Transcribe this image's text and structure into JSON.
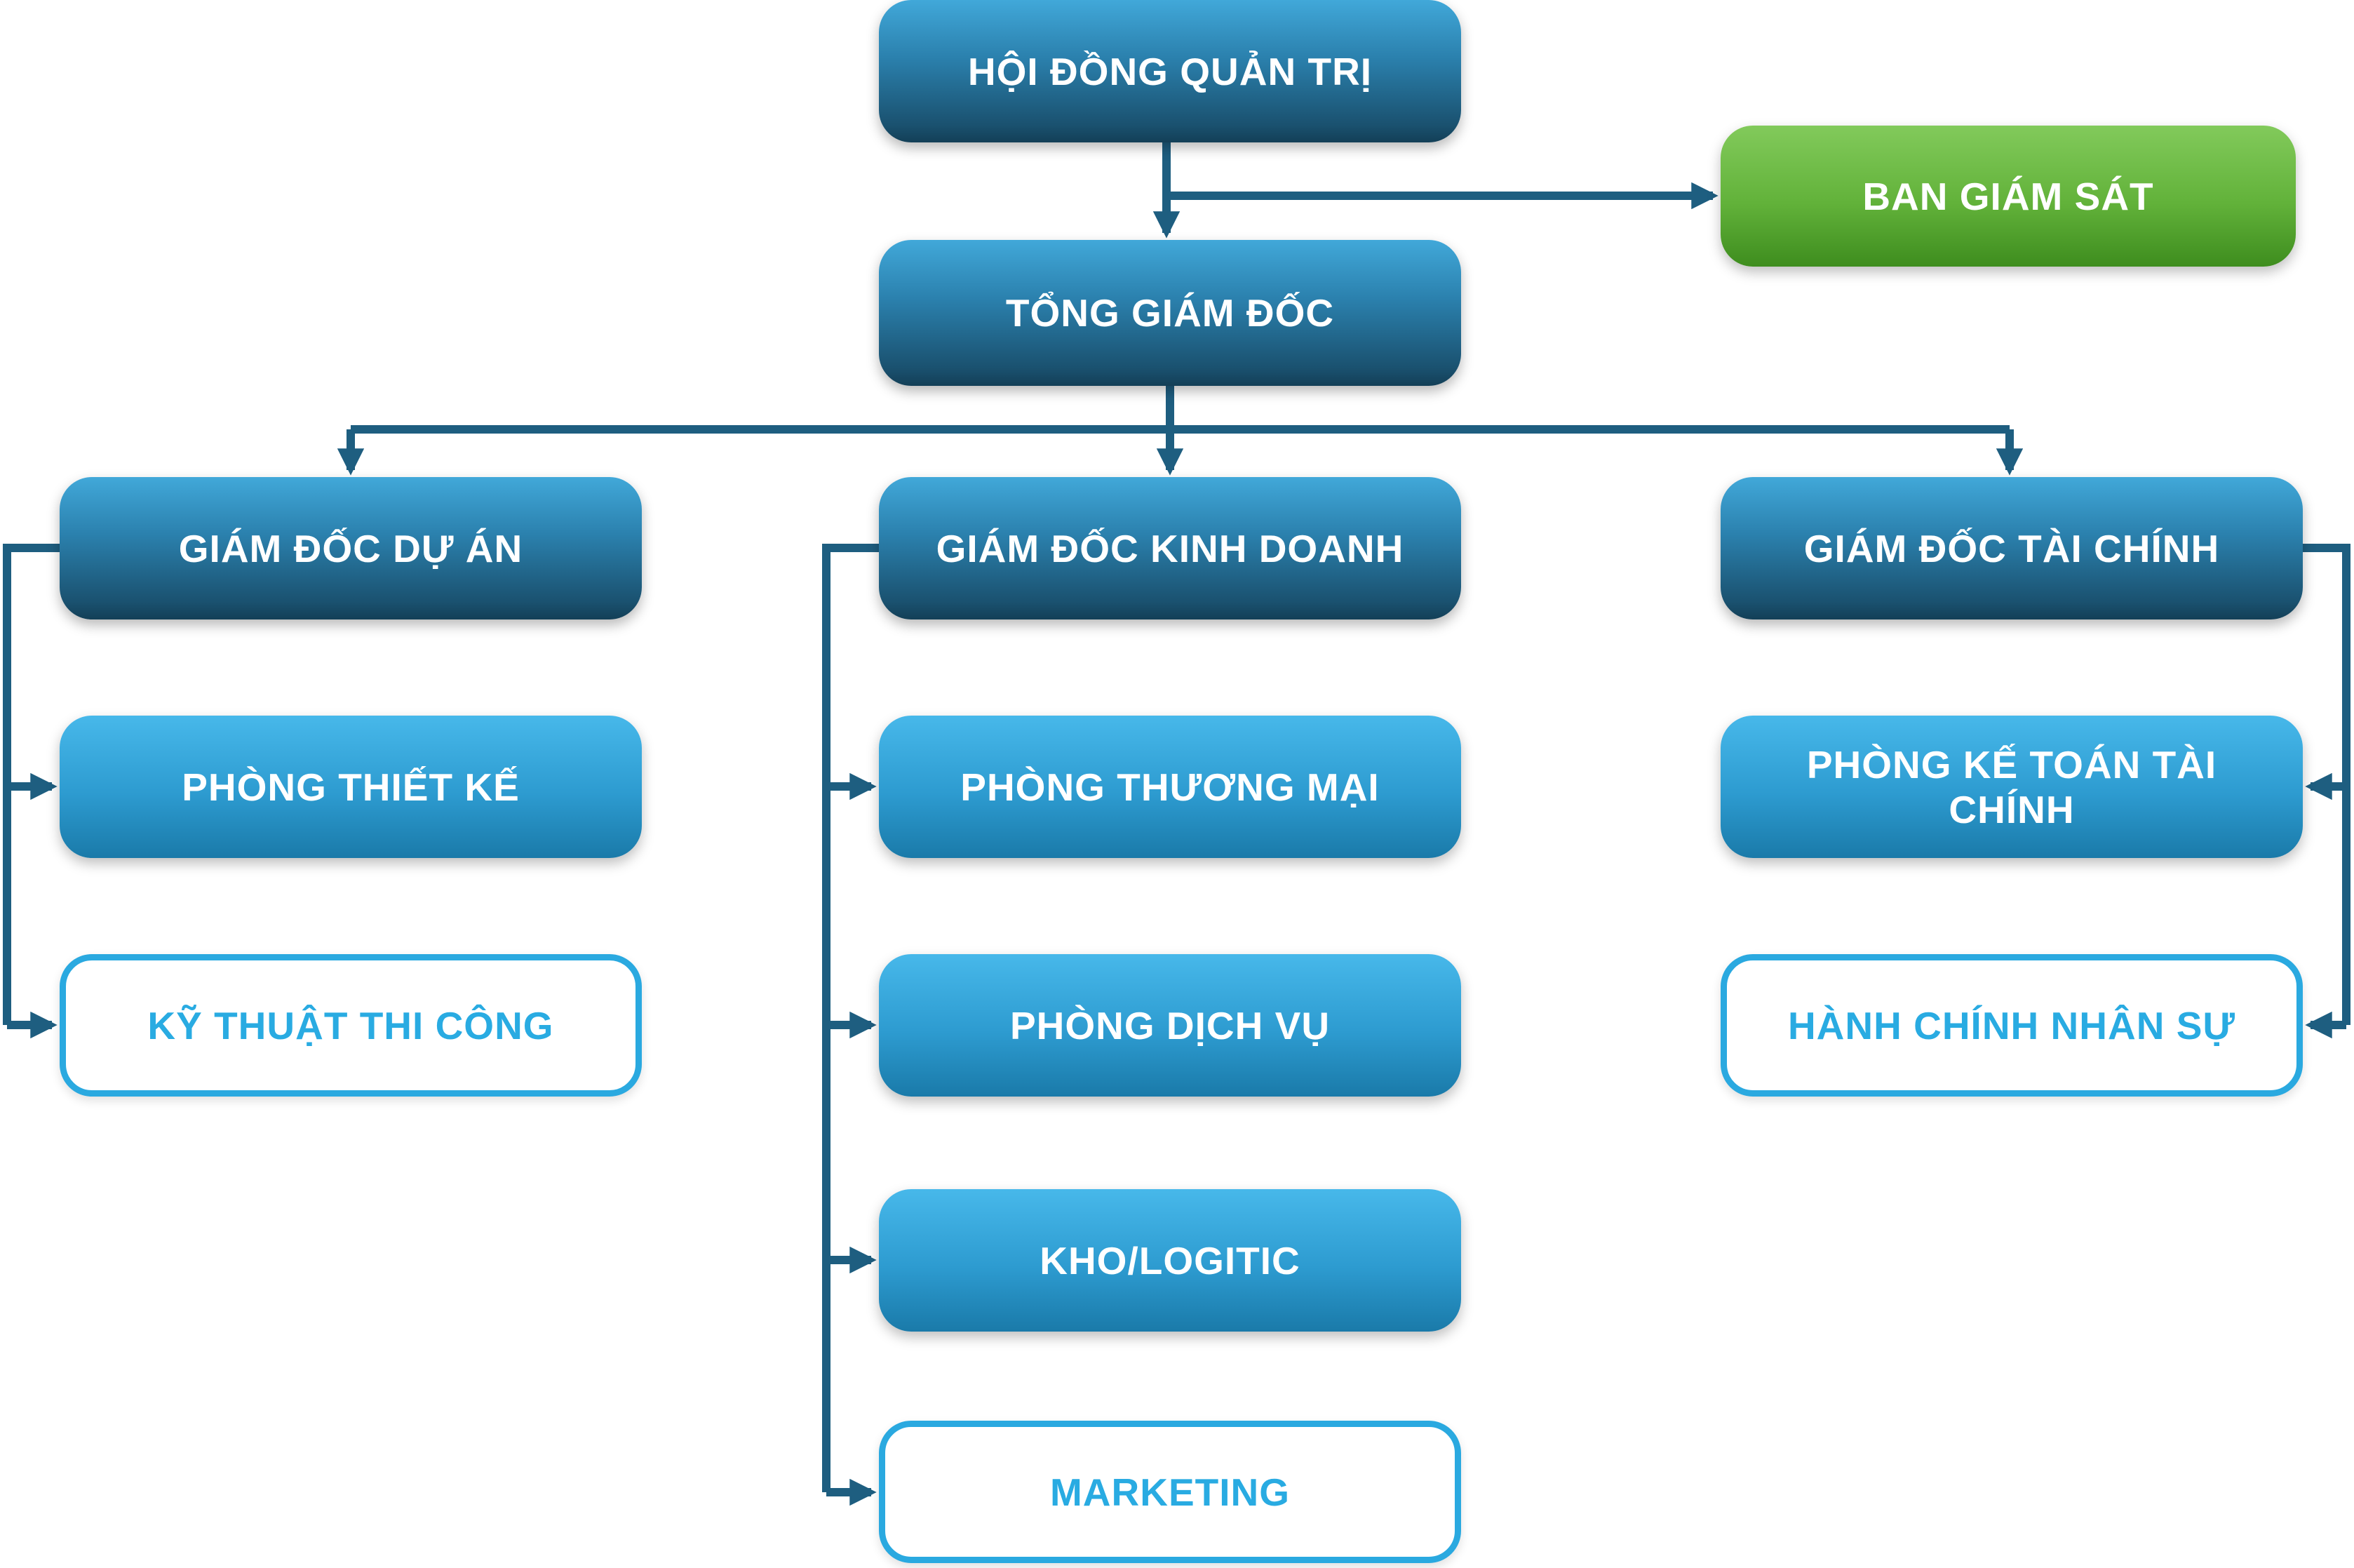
{
  "palette": {
    "box_dark_gradient_top": "#41a8d9",
    "box_dark_gradient_bottom": "#133f57",
    "box_light_gradient_top": "#47b8ea",
    "box_light_gradient_bottom": "#1a7aa9",
    "box_green_gradient_top": "#82ca5b",
    "box_green_gradient_bottom": "#3e8d1e",
    "outline_box_border": "#2aa9e0",
    "outline_box_text": "#29abe2",
    "connector_line": "#1e5e80",
    "box_text": "#ffffff",
    "background": "#ffffff"
  },
  "org": {
    "board": {
      "label": "HỘI ĐỒNG QUẢN TRỊ"
    },
    "supervisory_board": {
      "label": "BAN GIÁM SÁT"
    },
    "ceo": {
      "label": "TỔNG GIÁM ĐỐC"
    },
    "branches": [
      {
        "director": {
          "label": "GIÁM ĐỐC DỰ ÁN"
        },
        "departments": [
          {
            "label": "PHÒNG THIẾT KẾ",
            "variant": "solid"
          },
          {
            "label": "KỸ THUẬT THI CÔNG",
            "variant": "outline"
          }
        ]
      },
      {
        "director": {
          "label": "GIÁM ĐỐC KINH DOANH"
        },
        "departments": [
          {
            "label": "PHÒNG THƯƠNG MẠI",
            "variant": "solid"
          },
          {
            "label": "PHÒNG DỊCH VỤ",
            "variant": "solid"
          },
          {
            "label": "KHO/LOGITIC",
            "variant": "solid"
          },
          {
            "label": "MARKETING",
            "variant": "outline"
          }
        ]
      },
      {
        "director": {
          "label": "GIÁM ĐỐC TÀI CHÍNH"
        },
        "departments": [
          {
            "label": "PHÒNG KẾ TOÁN TÀI CHÍNH",
            "variant": "solid"
          },
          {
            "label": "HÀNH CHÍNH NHÂN SỰ",
            "variant": "outline"
          }
        ]
      }
    ]
  }
}
